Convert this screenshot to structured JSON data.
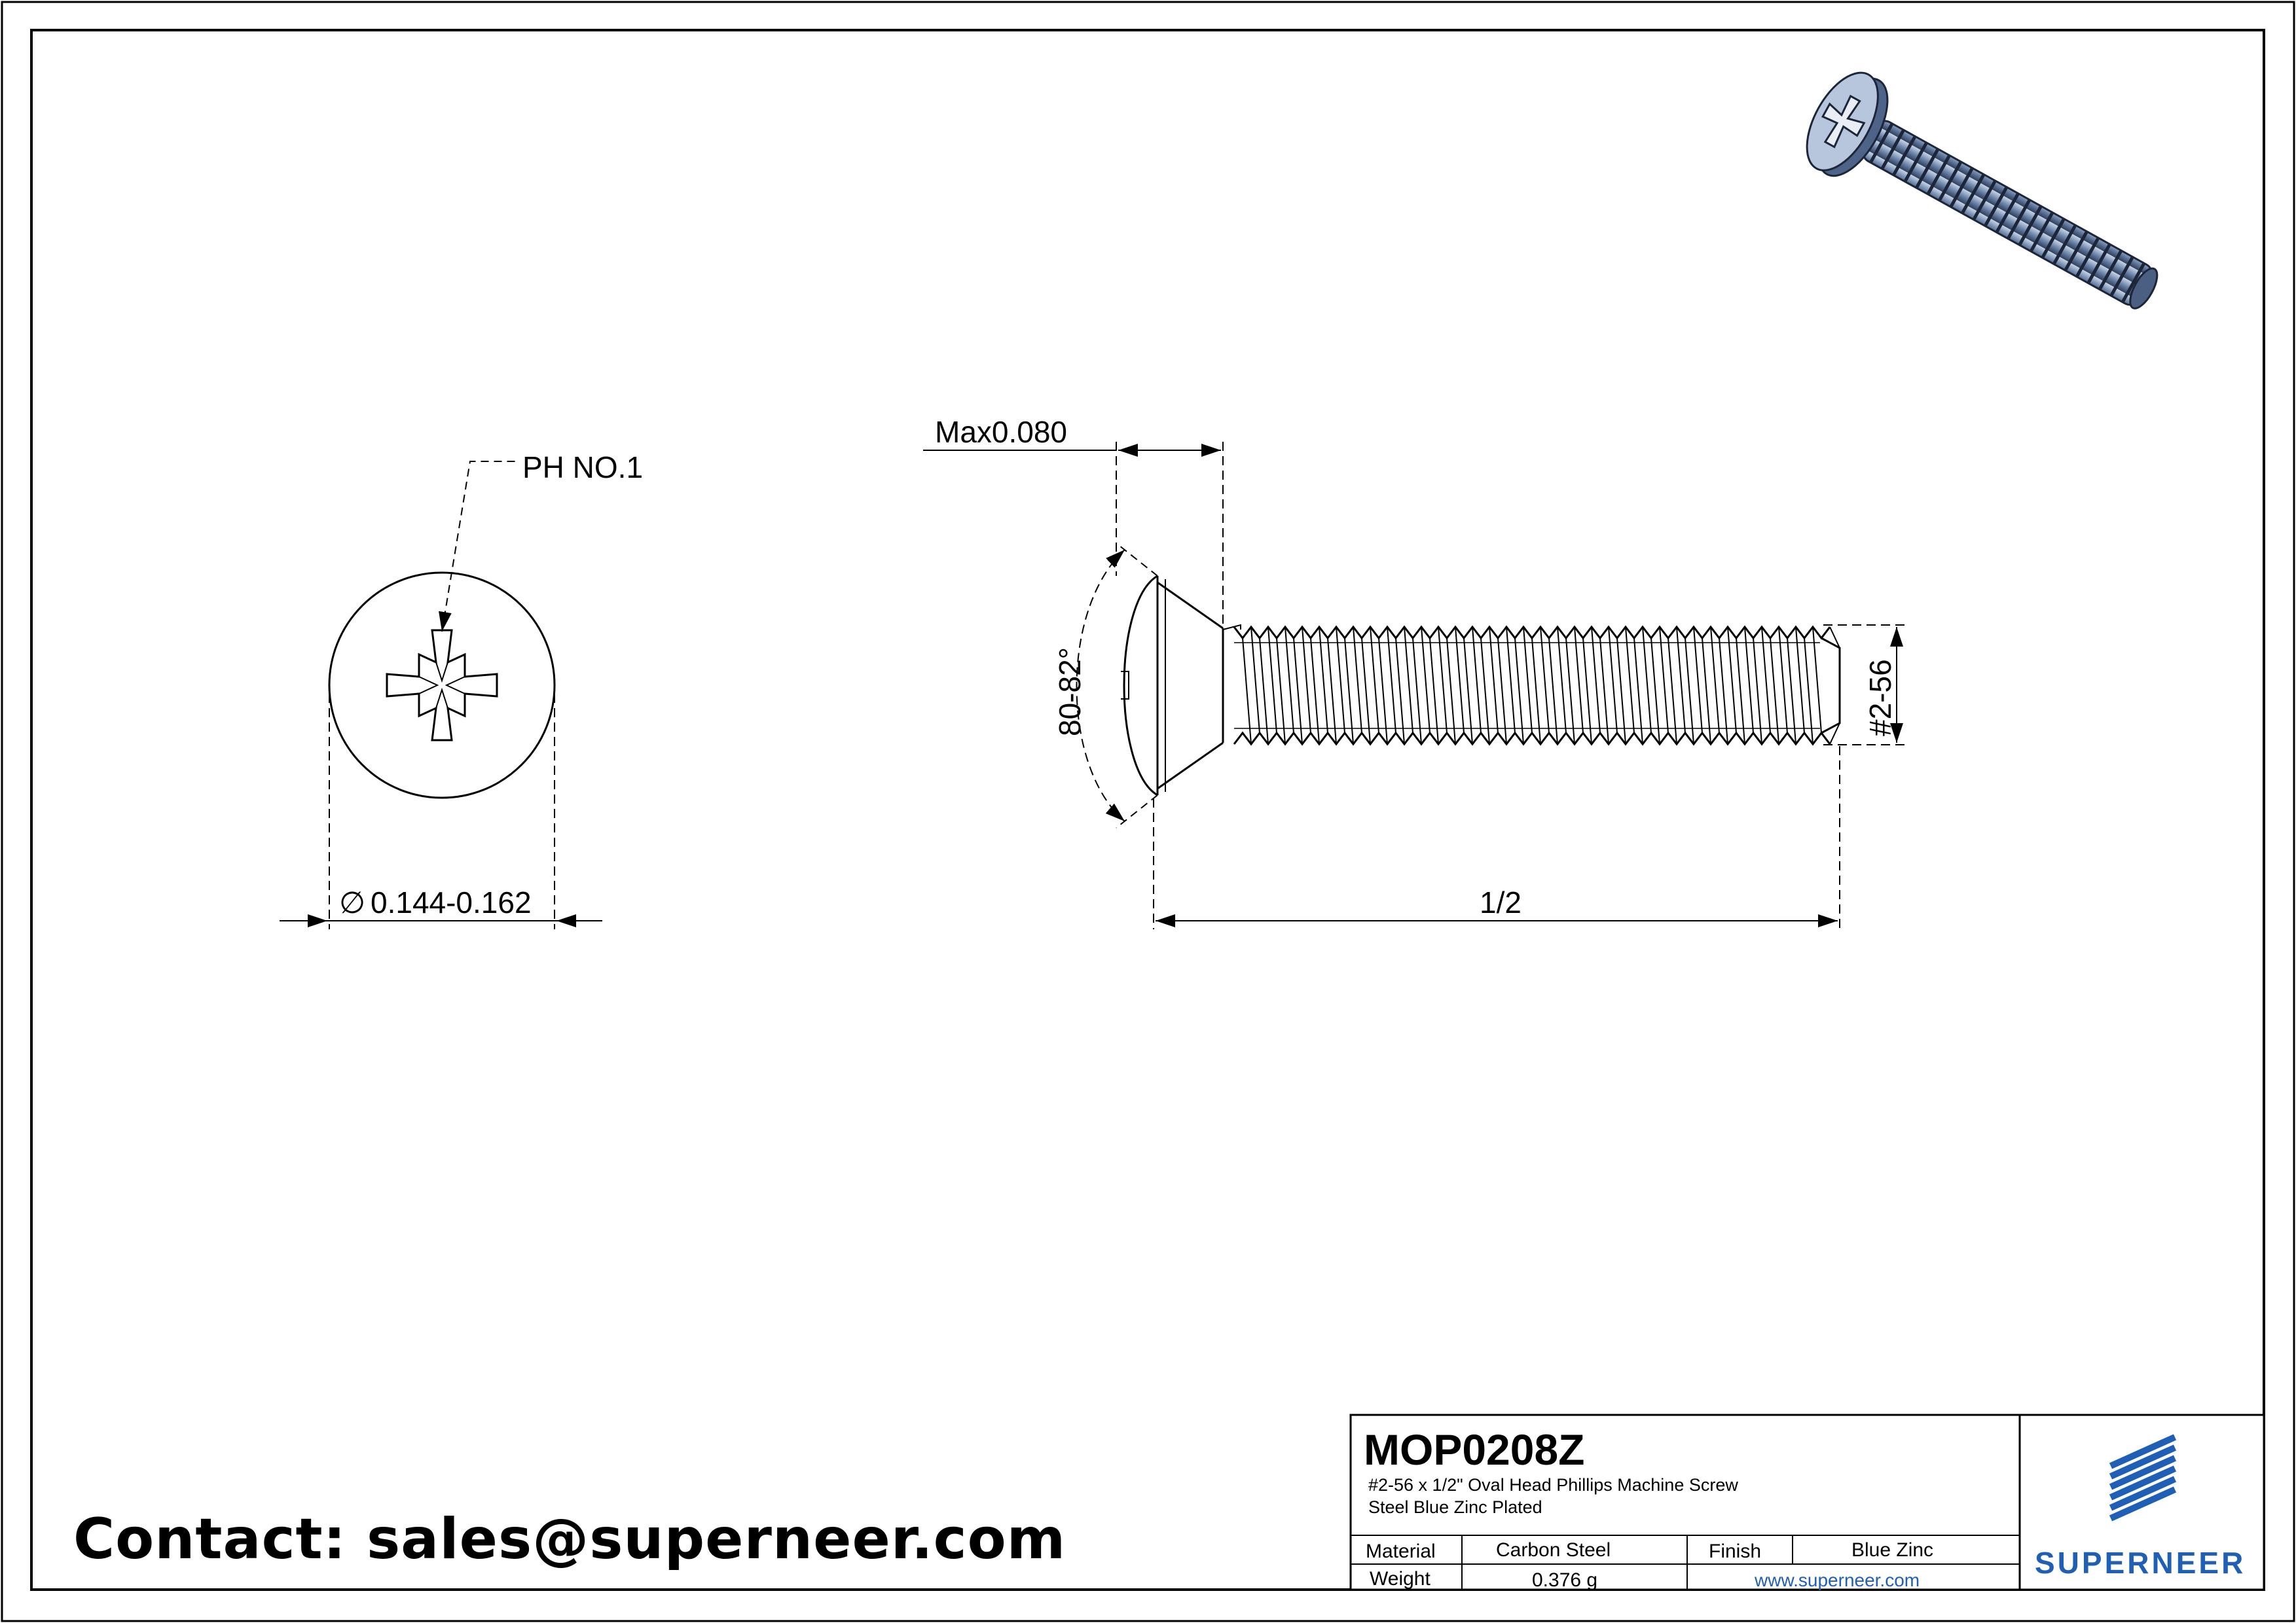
{
  "drawing": {
    "labels": {
      "drive": "PH NO.1",
      "head_diameter_symbol": "∅",
      "head_diameter": "0.144-0.162",
      "head_height": "Max0.080",
      "head_angle": "80-82°",
      "thread_size": "#2-56",
      "length": "1/2"
    }
  },
  "title_block": {
    "part_number": "MOP0208Z",
    "description_line1": "#2-56 x 1/2\" Oval Head Phillips Machine Screw",
    "description_line2": "Steel Blue Zinc Plated",
    "material_label": "Material",
    "material_value": "Carbon Steel",
    "finish_label": "Finish",
    "finish_value": "Blue Zinc",
    "weight_label": "Weight",
    "weight_value": "0.376 g",
    "website": "www.superneer.com",
    "brand": "SUPERNEER"
  },
  "contact": "Contact: sales@superneer.com",
  "colors": {
    "line": "#000000",
    "brand": "#1f5fb5"
  }
}
